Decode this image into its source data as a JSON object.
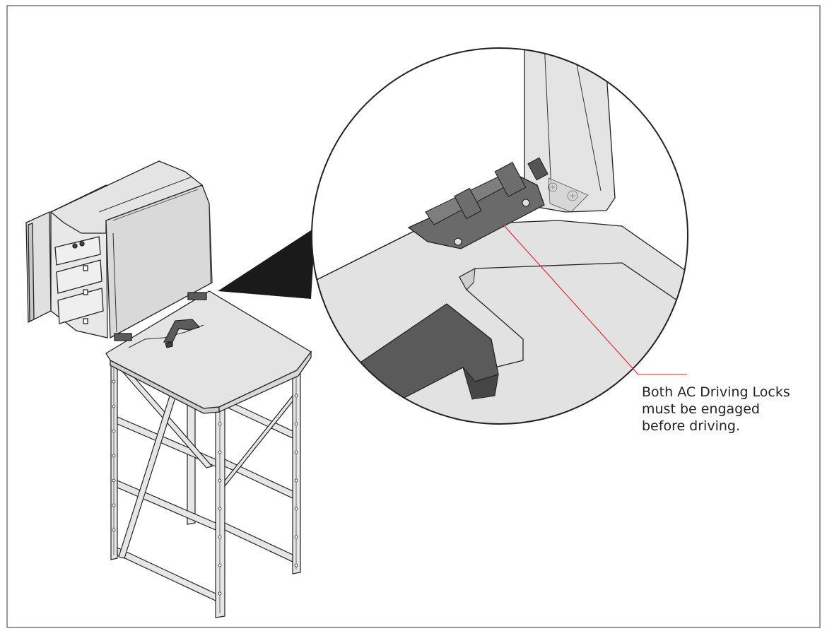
{
  "figure": {
    "type": "technical-illustration",
    "subject": "AC unit on folding table with steel rack, detail inset of hinge lock",
    "colors": {
      "line": "#222222",
      "fill_light": "#e2e2e2",
      "fill_mid": "#d4d4d4",
      "fill_dark": "#555555",
      "leader": "#e31e24"
    }
  },
  "callout": {
    "lines": [
      "Both AC Driving Locks",
      "must be engaged",
      "before driving."
    ]
  }
}
